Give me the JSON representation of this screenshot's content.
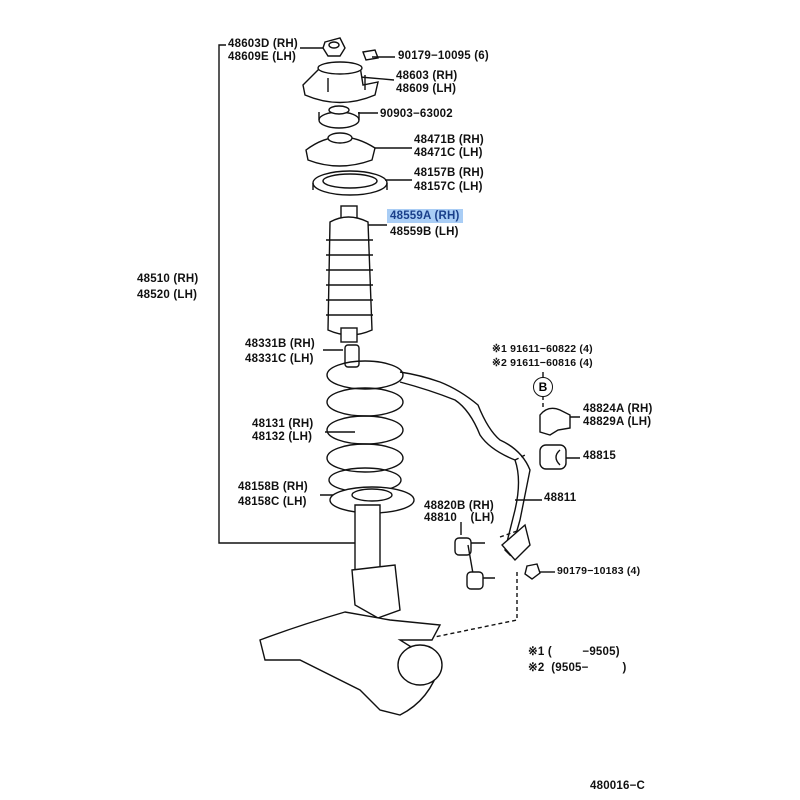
{
  "diagram": {
    "labels": {
      "p48603D": "48603D (RH)",
      "p48609E": "48609E (LH)",
      "p90179_10095": "90179−10095 (6)",
      "p48603": "48603 (RH)",
      "p48609": "48609 (LH)",
      "p90903": "90903−63002",
      "p48471B": "48471B (RH)",
      "p48471C": "48471C (LH)",
      "p48157B": "48157B (RH)",
      "p48157C": "48157C (LH)",
      "p48559A": "48559A (RH)",
      "p48559B": "48559B (LH)",
      "p48510": "48510 (RH)",
      "p48520": "48520 (LH)",
      "p48331B": "48331B (RH)",
      "p48331C": "48331C (LH)",
      "p91611_1": "※1 91611−60822 (4)",
      "p91611_2": "※2 91611−60816 (4)",
      "callout_b": "B",
      "p48824A": "48824A (RH)",
      "p48829A": "48829A (LH)",
      "p48131": "48131 (RH)",
      "p48132": "48132 (LH)",
      "p48815": "48815",
      "p48158B": "48158B (RH)",
      "p48158C": "48158C (LH)",
      "p48811": "48811",
      "p48820B": "48820B (RH)",
      "p48810": "48810    (LH)",
      "p90179_10183": "90179−10183 (4)",
      "note1": "※1 (         −9505)",
      "note2": "※2  (9505−          )",
      "figure_id": "480016−C"
    },
    "highlight_color": "#a9cdf5"
  }
}
